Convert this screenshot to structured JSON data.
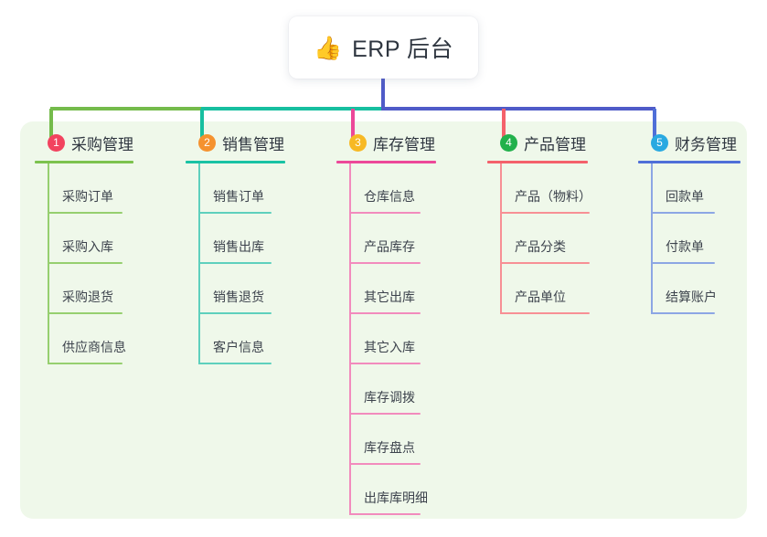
{
  "root": {
    "icon": "thumbs-up-icon",
    "emoji": "👍",
    "title": "ERP 后台"
  },
  "theme": {
    "page_background": "#ffffff",
    "panel_background": "#eff8ea",
    "text_color": "#2f3640",
    "item_text_color": "#3d434d",
    "root_stem_color": "#4f5bc8"
  },
  "trunk": {
    "segments": [
      {
        "name": "green-segment",
        "color": "#74bb4b"
      },
      {
        "name": "teal-segment",
        "color": "#17bfa0"
      },
      {
        "name": "indigo-segment",
        "color": "#4f5bc8"
      }
    ],
    "drops": [
      {
        "name": "drop-purchase",
        "color": "#74bb4b"
      },
      {
        "name": "drop-sales",
        "color": "#17bfa0"
      },
      {
        "name": "drop-inventory",
        "color": "#ec4899"
      },
      {
        "name": "drop-product",
        "color": "#f4616b"
      },
      {
        "name": "drop-finance",
        "color": "#4f6fd8"
      }
    ]
  },
  "columns": [
    {
      "index": "1",
      "name": "purchase-management",
      "title": "采购管理",
      "badge_color": "#f2435f",
      "rule_color": "#7cc24e",
      "line_color": "#96cf6f",
      "items": [
        {
          "label": "采购订单"
        },
        {
          "label": "采购入库"
        },
        {
          "label": "采购退货"
        },
        {
          "label": "供应商信息"
        }
      ]
    },
    {
      "index": "2",
      "name": "sales-management",
      "title": "销售管理",
      "badge_color": "#f5922f",
      "rule_color": "#19c2a4",
      "line_color": "#5ed0bd",
      "items": [
        {
          "label": "销售订单"
        },
        {
          "label": "销售出库"
        },
        {
          "label": "销售退货"
        },
        {
          "label": "客户信息"
        }
      ]
    },
    {
      "index": "3",
      "name": "inventory-management",
      "title": "库存管理",
      "badge_color": "#f7b924",
      "rule_color": "#ec4899",
      "line_color": "#f28bbd",
      "items": [
        {
          "label": "仓库信息"
        },
        {
          "label": "产品库存"
        },
        {
          "label": "其它出库"
        },
        {
          "label": "其它入库"
        },
        {
          "label": "库存调拨"
        },
        {
          "label": "库存盘点"
        },
        {
          "label": "出库库明细"
        }
      ]
    },
    {
      "index": "4",
      "name": "product-management",
      "title": "产品管理",
      "badge_color": "#22b14c",
      "rule_color": "#f4616b",
      "line_color": "#f79095",
      "items": [
        {
          "label": "产品（物料）"
        },
        {
          "label": "产品分类"
        },
        {
          "label": "产品单位"
        }
      ]
    },
    {
      "index": "5",
      "name": "finance-management",
      "title": "财务管理",
      "badge_color": "#29a9e1",
      "rule_color": "#4f6fd8",
      "line_color": "#8ca6e4",
      "items": [
        {
          "label": "回款单"
        },
        {
          "label": "付款单"
        },
        {
          "label": "结算账户"
        }
      ]
    }
  ]
}
